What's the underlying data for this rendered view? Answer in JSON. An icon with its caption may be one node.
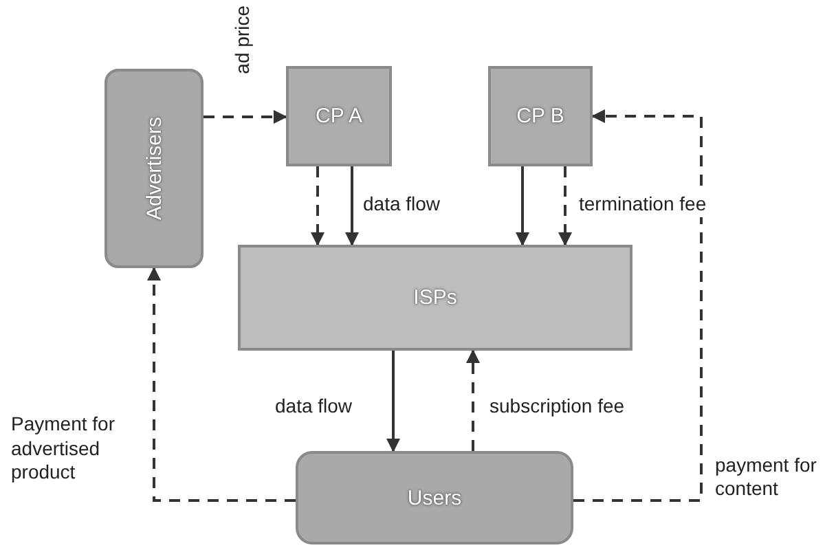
{
  "diagram": {
    "nodes": [
      {
        "text": [
          "Advertisers"
        ]
      },
      {
        "text": [
          "CP A"
        ]
      },
      {
        "text": [
          "CP B"
        ]
      },
      {
        "text": [
          "ISPs"
        ]
      },
      {
        "text": [
          "Users"
        ]
      }
    ],
    "edges": [
      {
        "from": 0,
        "to": 1,
        "arrow": "to",
        "style": "dashed",
        "label": "ad price"
      },
      {
        "from": 1,
        "to": 3,
        "arrow": "to",
        "style": "dashed"
      },
      {
        "from": 1,
        "to": 3,
        "arrow": "to",
        "label": "data flow"
      },
      {
        "from": 2,
        "to": 3,
        "arrow": "to"
      },
      {
        "from": 2,
        "to": 3,
        "arrow": "to",
        "style": "dashed",
        "label": "termination fee"
      },
      {
        "from": 3,
        "to": 4,
        "arrow": "to",
        "label": "data flow"
      },
      {
        "from": 4,
        "to": 3,
        "arrow": "to",
        "style": "dashed",
        "label": "subscription fee"
      },
      {
        "from": 4,
        "to": 0,
        "arrow": "to",
        "style": "dashed",
        "label": "Payment for advertised product"
      },
      {
        "from": 4,
        "to": 2,
        "arrow": "to",
        "style": "dashed",
        "label": "payment for content"
      }
    ]
  }
}
